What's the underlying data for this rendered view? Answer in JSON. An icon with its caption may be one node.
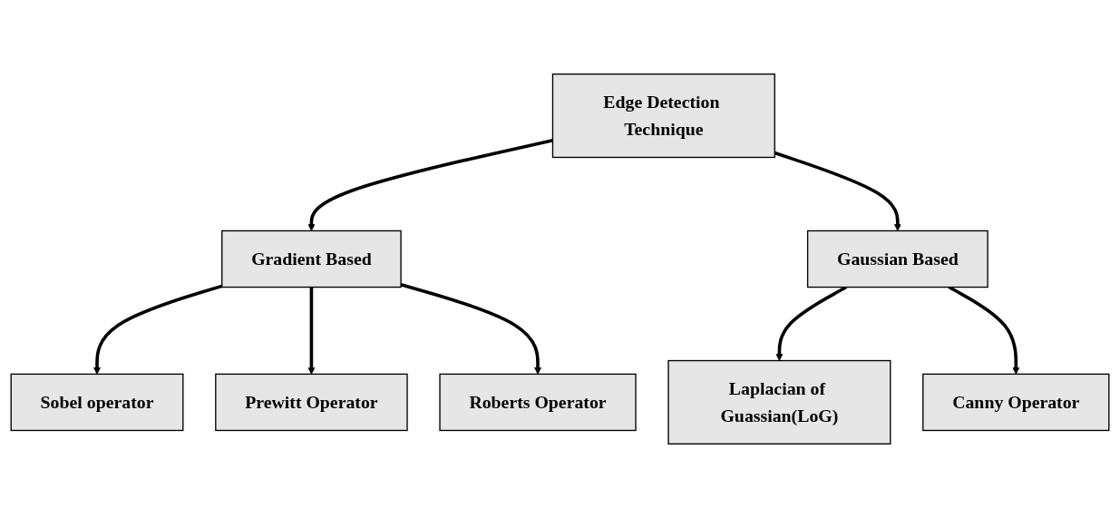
{
  "diagram": {
    "nodes": [
      {
        "text": [
          "Edge Detection Technique"
        ]
      },
      {
        "text": [
          "Gradient Based"
        ]
      },
      {
        "text": [
          "Gaussian Based"
        ]
      },
      {
        "text": [
          "Sobel operator"
        ]
      },
      {
        "text": [
          "Prewitt Operator"
        ]
      },
      {
        "text": [
          "Roberts Operator"
        ]
      },
      {
        "text": [
          "Laplacian of Guassian(LoG)"
        ]
      },
      {
        "text": [
          "Canny Operator"
        ]
      }
    ],
    "edges": [
      {
        "from": 0,
        "to": 1,
        "arrow": "to"
      },
      {
        "from": 0,
        "to": 2,
        "arrow": "to"
      },
      {
        "from": 1,
        "to": 3,
        "arrow": "to"
      },
      {
        "from": 1,
        "to": 4,
        "arrow": "to"
      },
      {
        "from": 1,
        "to": 5,
        "arrow": "to"
      },
      {
        "from": 2,
        "to": 6,
        "arrow": "to"
      },
      {
        "from": 2,
        "to": 7,
        "arrow": "to"
      }
    ]
  }
}
